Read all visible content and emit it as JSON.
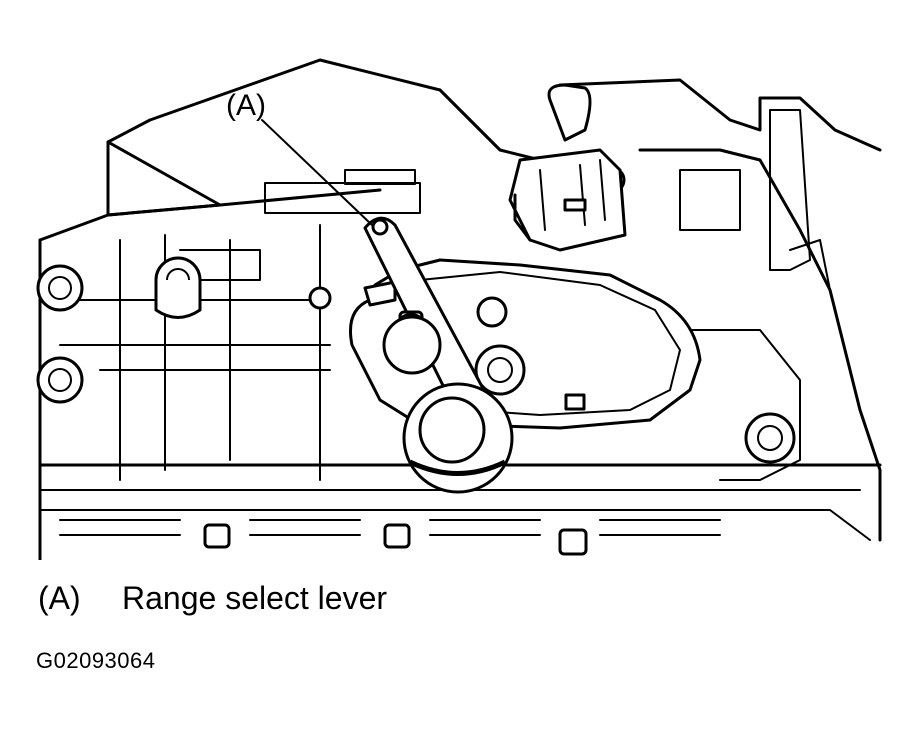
{
  "callout": {
    "letter": "(A)"
  },
  "legend": {
    "key": "(A)",
    "description": "Range select lever"
  },
  "figure_id": "G02093064"
}
